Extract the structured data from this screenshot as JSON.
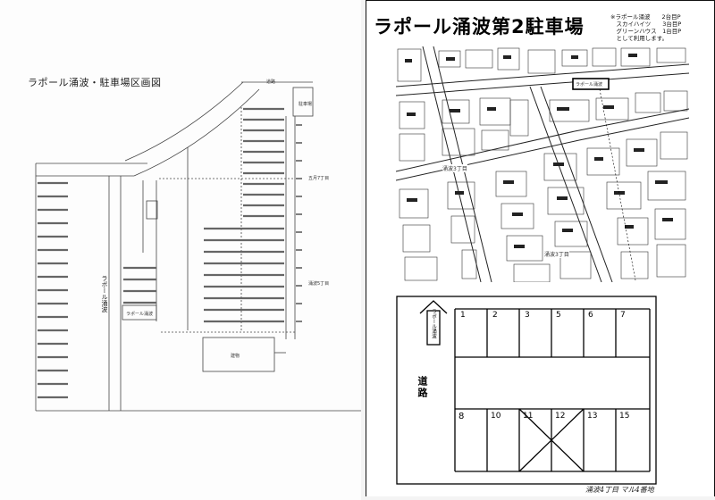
{
  "left_plan": {
    "title": "ラポール涌波・駐車場区画図",
    "road_label": "ラポール涌波",
    "labels": {
      "top_small": "道路",
      "right_small": "駐車場",
      "box_small": "ラポール涌波",
      "mid_a": "五月7丁目",
      "mid_b": "涌波5丁目",
      "bottom_box": "建物"
    }
  },
  "sheet": {
    "title": "ラポール涌波第2駐車場",
    "notes": [
      "※ラポール涌波　　2台目P",
      "　スカイハイツ　　3台目P",
      "　グリーンハウス　1台目P",
      "　として利用します。"
    ],
    "map_labels": {
      "district_1": "涌波3丁目",
      "district_2": "涌波3丁目",
      "parking_box": "ラポール涌波"
    },
    "layout": {
      "arrow_label": "ラポール涌波",
      "road": "道路",
      "top_slots": [
        "1",
        "2",
        "3",
        "5",
        "6",
        "7"
      ],
      "bottom_slots": [
        "8",
        "10",
        "11",
        "12",
        "13",
        "15"
      ]
    },
    "footer": "涌波4丁目 マル4番地"
  }
}
